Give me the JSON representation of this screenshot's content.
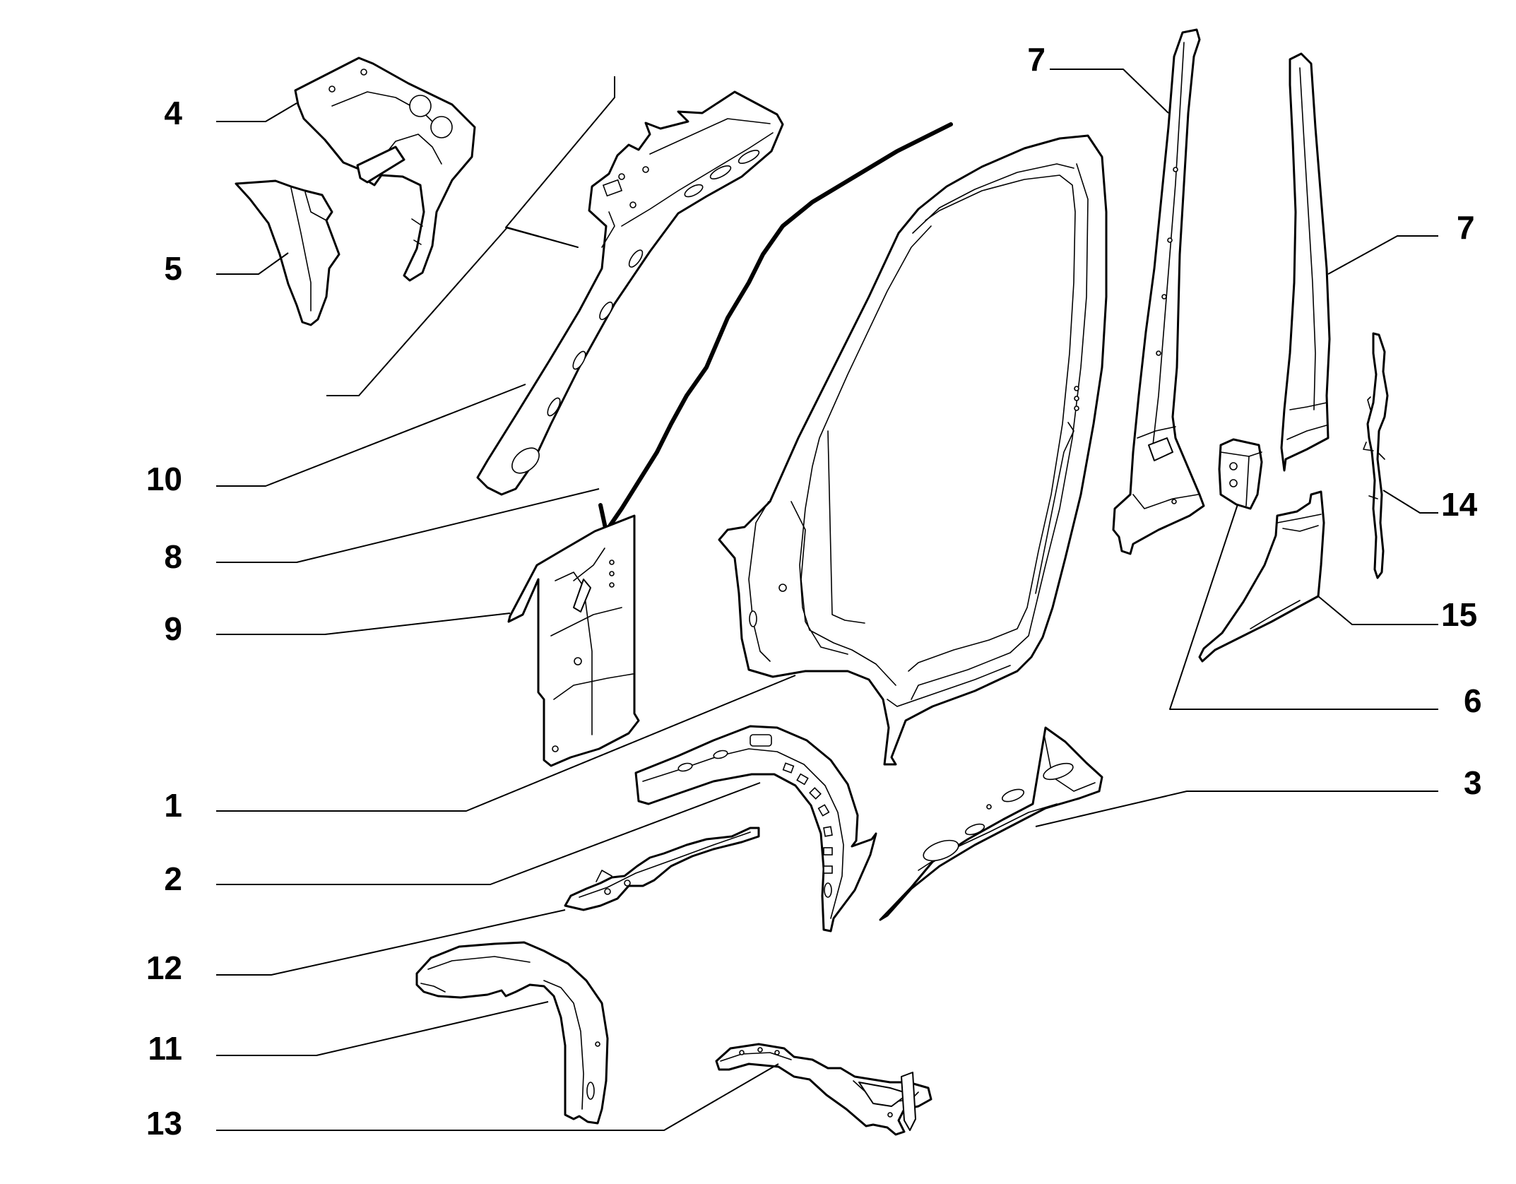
{
  "diagram": {
    "callouts": [
      "4",
      "5",
      "10",
      "8",
      "9",
      "1",
      "2",
      "12",
      "11",
      "13",
      "7",
      "7",
      "14",
      "15",
      "6",
      "3"
    ]
  }
}
